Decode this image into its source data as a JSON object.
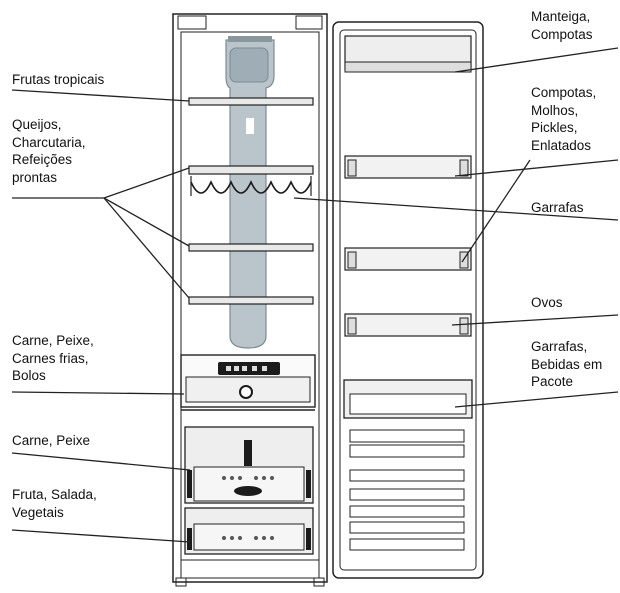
{
  "colors": {
    "line": "#222222",
    "cabinet_fill": "#ffffff",
    "tube_fill": "#b9c4cb",
    "tube_edge": "#7d8b94",
    "shelf_fill": "#e9e9e9",
    "drawer_fill": "#eeeeee",
    "dark": "#1b1b1b"
  },
  "labels": {
    "left": {
      "tropical": "Frutas tropicais",
      "cheese": "Queijos,\nCharcutaria,\nRefeições\nprontas",
      "meat_cold": "Carne, Peixe,\nCarnes frias,\nBolos",
      "meat_fish": "Carne, Peixe",
      "fruit_salad": "Fruta, Salada,\nVegetais"
    },
    "right": {
      "butter": "Manteiga,\nCompotas",
      "sauces": "Compotas,\nMolhos,\nPickles,\nEnlatados",
      "bottles": "Garrafas",
      "eggs": "Ovos",
      "bottles_packs": "Garrafas,\nBebidas em\nPacote"
    }
  },
  "icons": {
    "control_dial": "dial-icon",
    "wine_rack": "wine-rack-icon"
  }
}
